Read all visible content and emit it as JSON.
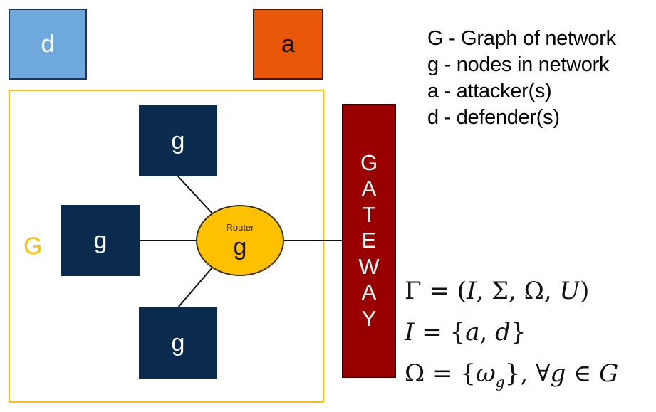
{
  "defender": {
    "label": "d"
  },
  "attacker": {
    "label": "a"
  },
  "graph": {
    "label": "G",
    "nodes": [
      {
        "id": "top",
        "label": "g"
      },
      {
        "id": "left",
        "label": "g"
      },
      {
        "id": "bottom",
        "label": "g"
      }
    ],
    "router": {
      "label": "Router",
      "node_label": "g"
    }
  },
  "gateway": {
    "letters": [
      "G",
      "A",
      "T",
      "E",
      "W",
      "A",
      "Y"
    ]
  },
  "legend": {
    "items": [
      "G - Graph of network",
      "g - nodes in network",
      "a - attacker(s)",
      "d - defender(s)"
    ]
  },
  "formulas": {
    "game": "Γ = (I, Σ, Ω, U)",
    "players": "I = {a, d}",
    "omega": "Ω = {ω_g}, ∀g ∈ G"
  },
  "colors": {
    "defender": "#6fa8dc",
    "attacker": "#e8570a",
    "node": "#0a2a4e",
    "router": "#ffc000",
    "graph_frame": "#ffc000",
    "gateway": "#990000"
  }
}
